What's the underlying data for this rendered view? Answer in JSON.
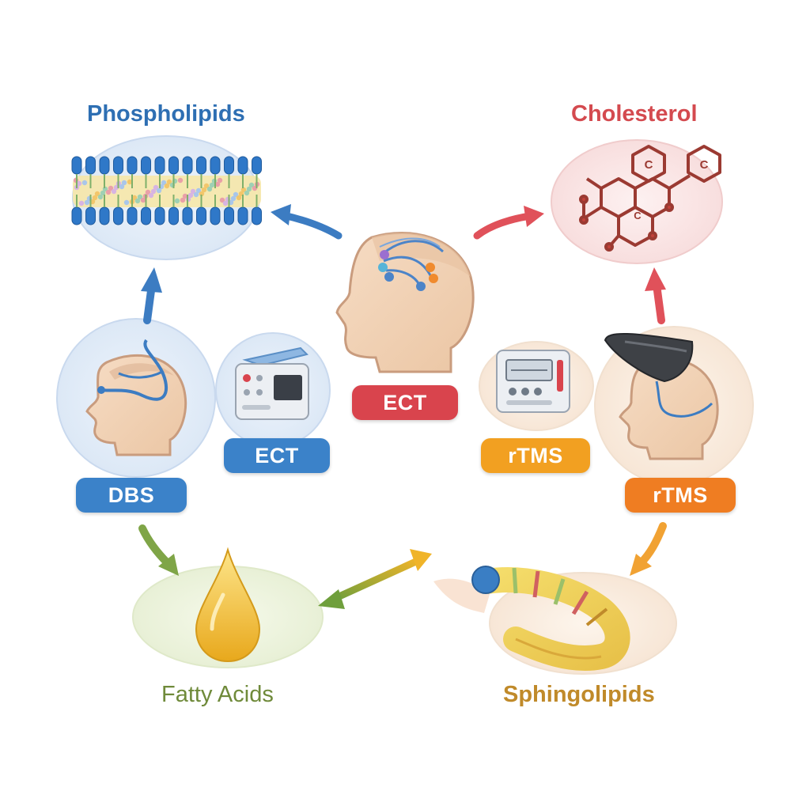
{
  "titles": {
    "phospholipids": "Phospholipids",
    "cholesterol": "Cholesterol",
    "fatty_acids": "Fatty Acids",
    "sphingolipids": "Sphingolipids"
  },
  "pills": {
    "center_ect": "ECT",
    "left_ect": "ECT",
    "dbs": "DBS",
    "inner_rtms": "rTMS",
    "outer_rtms": "rTMS"
  },
  "cholesterol_ring_labels": [
    "C",
    "C",
    "C"
  ],
  "colors": {
    "phospholipids": "#2e6fb3",
    "cholesterol": "#d44a4f",
    "fatty_acids": "#6f8a3a",
    "sphingolipids": "#c08a2a",
    "pill_red": "#d9444d",
    "pill_blue": "#3b82c9",
    "pill_orange": "#f2a021",
    "pill_orange_dark": "#ef7d22",
    "arrow_blue": "#3c7cc2",
    "arrow_red": "#e0515a",
    "arrow_green": "#7fa547",
    "arrow_orange": "#f1a233"
  }
}
